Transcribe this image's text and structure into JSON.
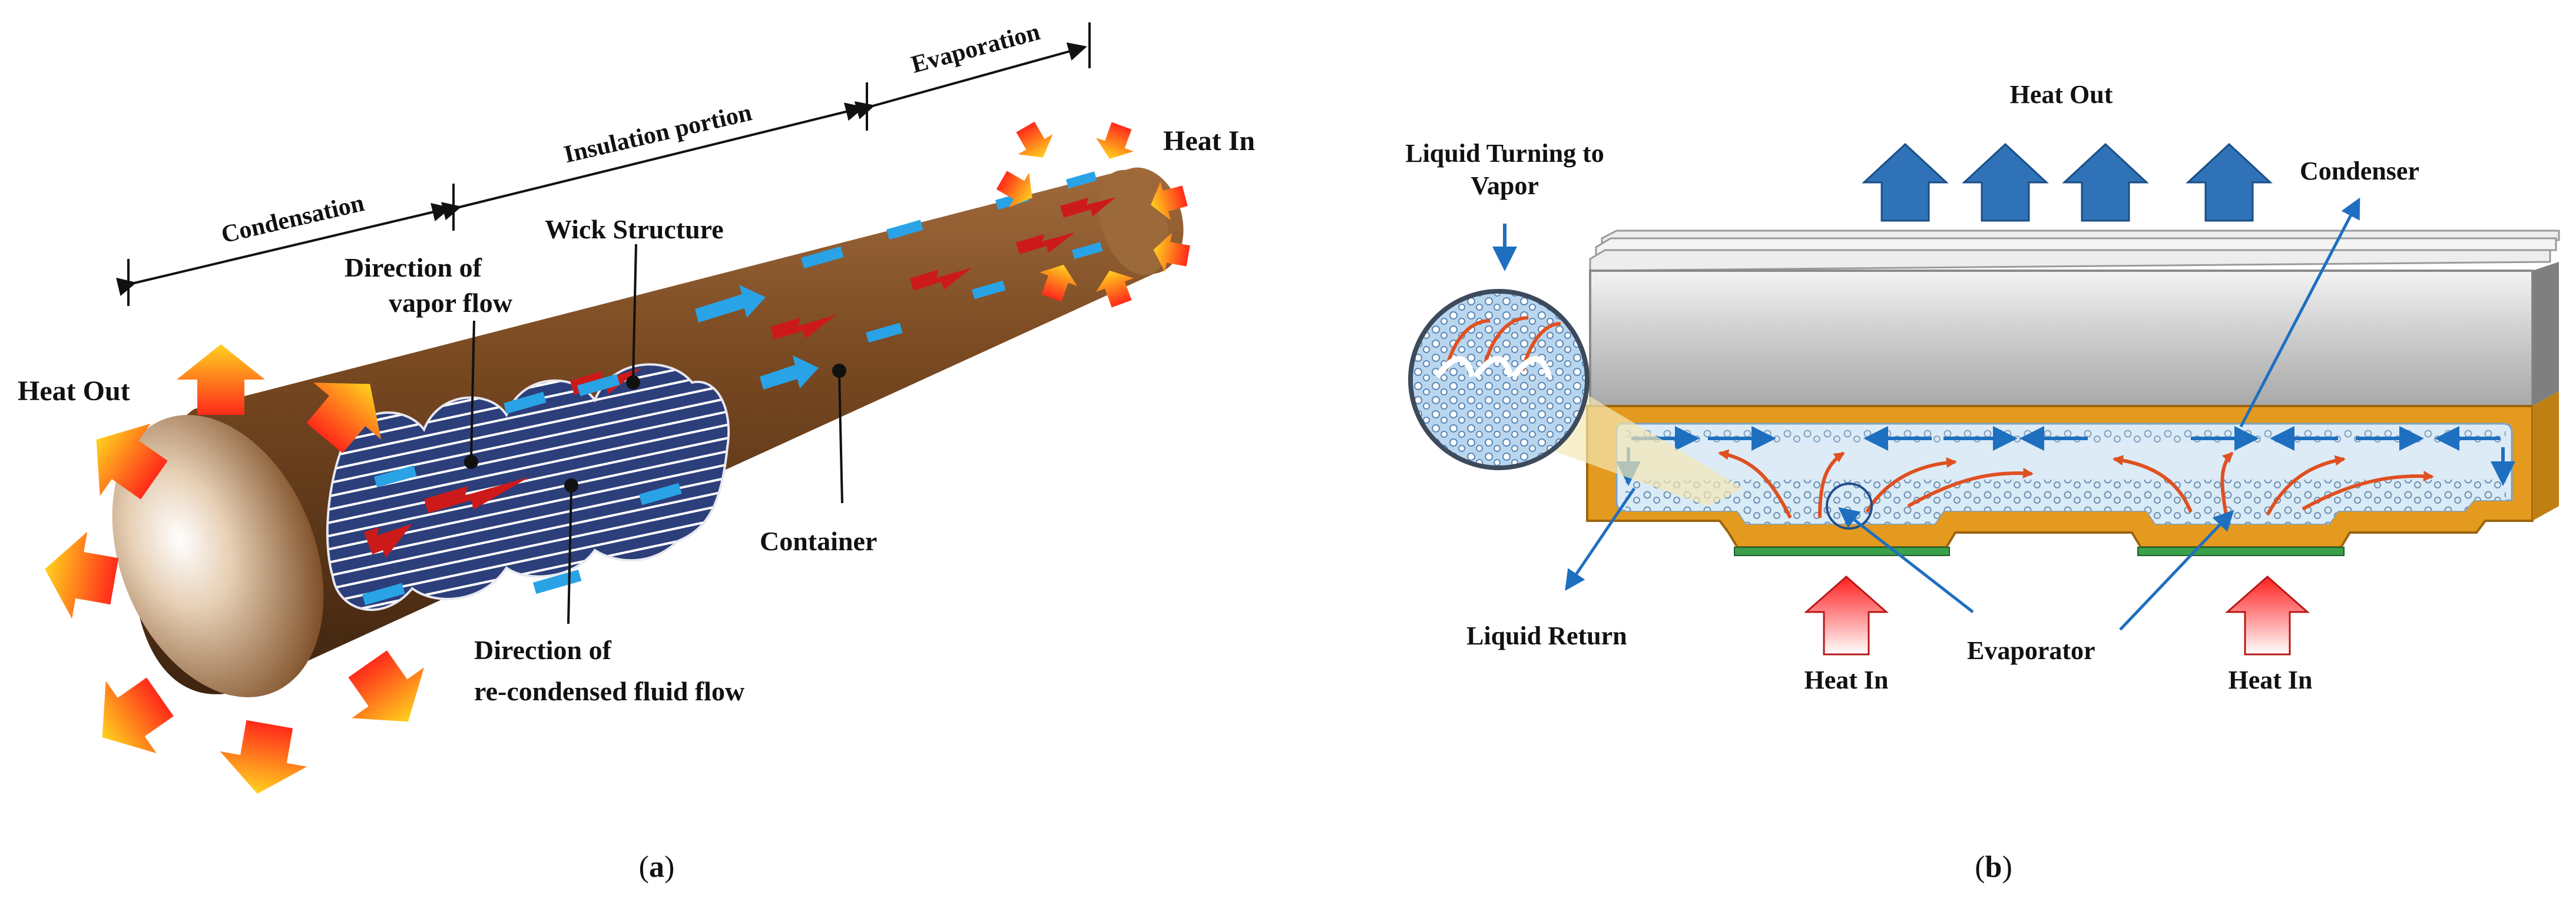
{
  "panel_a": {
    "sections": {
      "condensation": "Condensation",
      "insulation": "Insulation portion",
      "evaporation": "Evaporation"
    },
    "labels": {
      "heat_in": "Heat In",
      "heat_out": "Heat Out",
      "wick_structure": "Wick Structure",
      "vapor_flow_line1": "Direction of",
      "vapor_flow_line2": "vapor flow",
      "container": "Container",
      "fluid_flow_line1": "Direction of",
      "fluid_flow_line2": "re-condensed fluid flow"
    },
    "caption": {
      "open": "(",
      "letter": "a",
      "close": ")"
    }
  },
  "panel_b": {
    "labels": {
      "heat_out": "Heat Out",
      "liquid_turning_line1": "Liquid Turning to",
      "liquid_turning_line2": "Vapor",
      "condenser": "Condenser",
      "liquid_return": "Liquid Return",
      "evaporator": "Evaporator",
      "heat_in_left": "Heat In",
      "heat_in_right": "Heat In"
    },
    "caption": {
      "open": "(",
      "letter": "b",
      "close": ")"
    }
  },
  "colors": {
    "vapor_arrow": "#cc1a1a",
    "liquid_arrow": "#29a3e6",
    "heat_out_arrow": "#2f72b8",
    "container_orange": "#e39a1f",
    "tube_brown": "#7a4a22"
  }
}
